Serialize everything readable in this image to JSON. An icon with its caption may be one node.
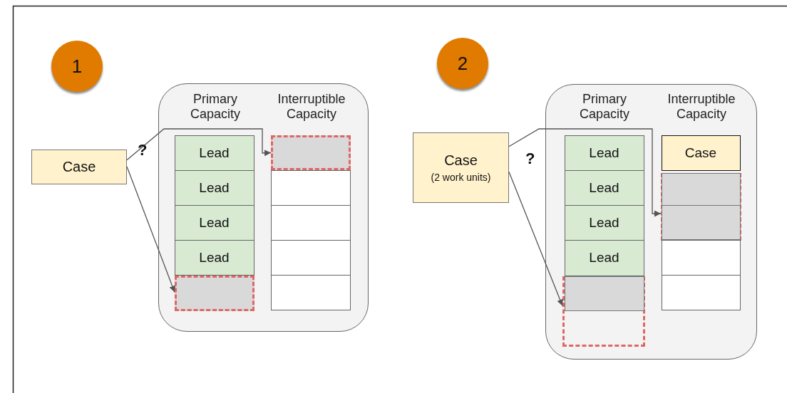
{
  "diagram": {
    "nodes": [
      {
        "text": [
          "1"
        ]
      },
      {
        "text": [
          "Primary Capacity",
          "Interruptible Capacity"
        ]
      },
      {
        "text": [
          "Case"
        ]
      },
      {
        "text": [
          "Lead"
        ],
        "in": 1
      },
      {
        "text": [
          "Lead"
        ],
        "in": 1
      },
      {
        "text": [
          "Lead"
        ],
        "in": 1
      },
      {
        "text": [
          "Lead"
        ],
        "in": 1
      },
      {
        "text": [],
        "shape": "box",
        "in": 1
      },
      {
        "text": [],
        "shape": "box",
        "in": 1
      },
      {
        "text": [],
        "shape": "box",
        "in": 1
      },
      {
        "text": [],
        "shape": "box",
        "in": 1
      },
      {
        "text": [],
        "shape": "box",
        "in": 1
      },
      {
        "text": [],
        "shape": "box",
        "in": 1
      },
      {
        "text": [
          "2"
        ]
      },
      {
        "text": [
          "Primary Capacity",
          "Interruptible Capacity"
        ]
      },
      {
        "text": [
          "Case",
          "(2 work units)"
        ]
      },
      {
        "text": [
          "Lead"
        ],
        "in": 14
      },
      {
        "text": [
          "Lead"
        ],
        "in": 14
      },
      {
        "text": [
          "Lead"
        ],
        "in": 14
      },
      {
        "text": [
          "Lead"
        ],
        "in": 14
      },
      {
        "text": [],
        "shape": "box",
        "in": 14
      },
      {
        "text": [],
        "shape": "box",
        "in": 20
      },
      {
        "text": [
          "Case"
        ],
        "in": 14
      },
      {
        "text": [],
        "shape": "box",
        "in": 14
      },
      {
        "text": [],
        "shape": "box",
        "in": 23
      },
      {
        "text": [],
        "shape": "box",
        "in": 23
      },
      {
        "text": [],
        "shape": "box",
        "in": 14
      },
      {
        "text": [],
        "shape": "box",
        "in": 14
      }
    ],
    "edges": [
      {
        "from": 2,
        "to": 8,
        "arrow": "to"
      },
      {
        "from": 2,
        "to": 7,
        "arrow": "to"
      },
      {
        "from": 15,
        "to": 23,
        "arrow": "to"
      },
      {
        "from": 15,
        "to": 20,
        "arrow": "to"
      }
    ],
    "labels": [
      "?",
      "?"
    ]
  }
}
